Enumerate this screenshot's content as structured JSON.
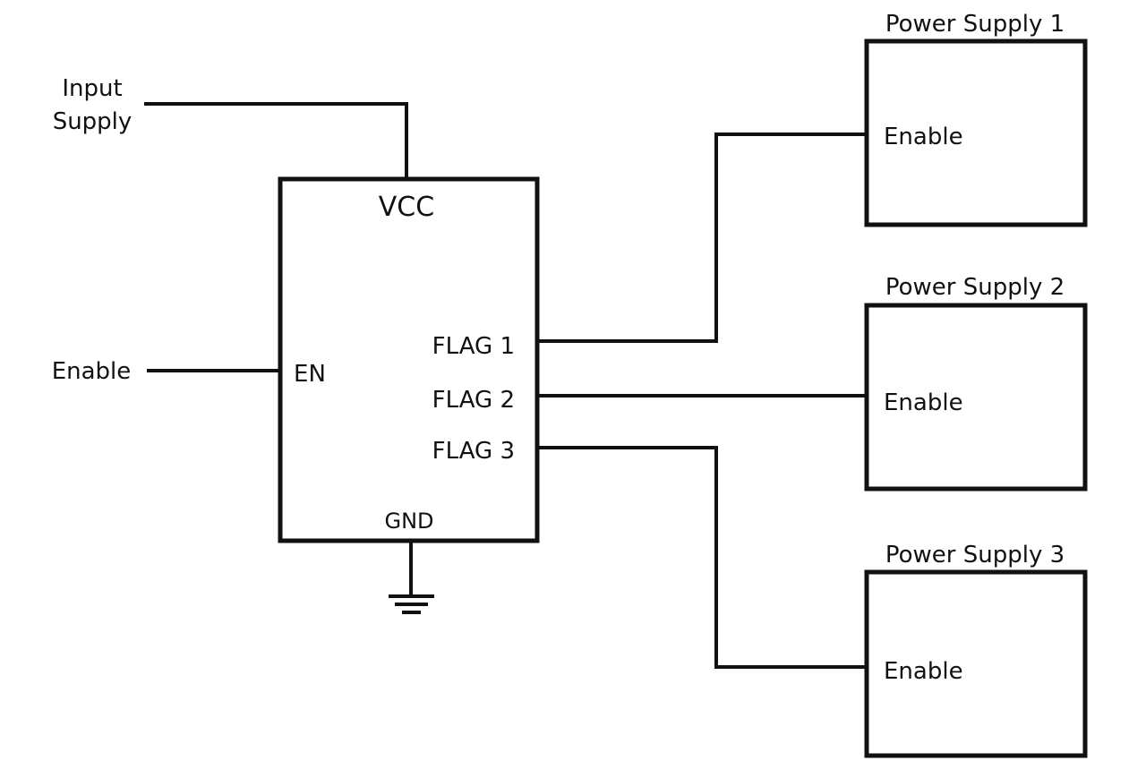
{
  "input": {
    "line1": "Input",
    "line2": "Supply"
  },
  "enable_input": {
    "label": "Enable"
  },
  "controller": {
    "vcc_pin": "VCC",
    "en_pin": "EN",
    "gnd_pin": "GND",
    "flags": [
      "FLAG 1",
      "FLAG 2",
      "FLAG 3"
    ]
  },
  "power_supplies": [
    {
      "title": "Power Supply 1",
      "enable_label": "Enable"
    },
    {
      "title": "Power Supply 2",
      "enable_label": "Enable"
    },
    {
      "title": "Power Supply 3",
      "enable_label": "Enable"
    }
  ],
  "colors": {
    "stroke": "#111111",
    "background": "#ffffff"
  },
  "icons": {
    "ground": "ground-symbol-icon"
  }
}
